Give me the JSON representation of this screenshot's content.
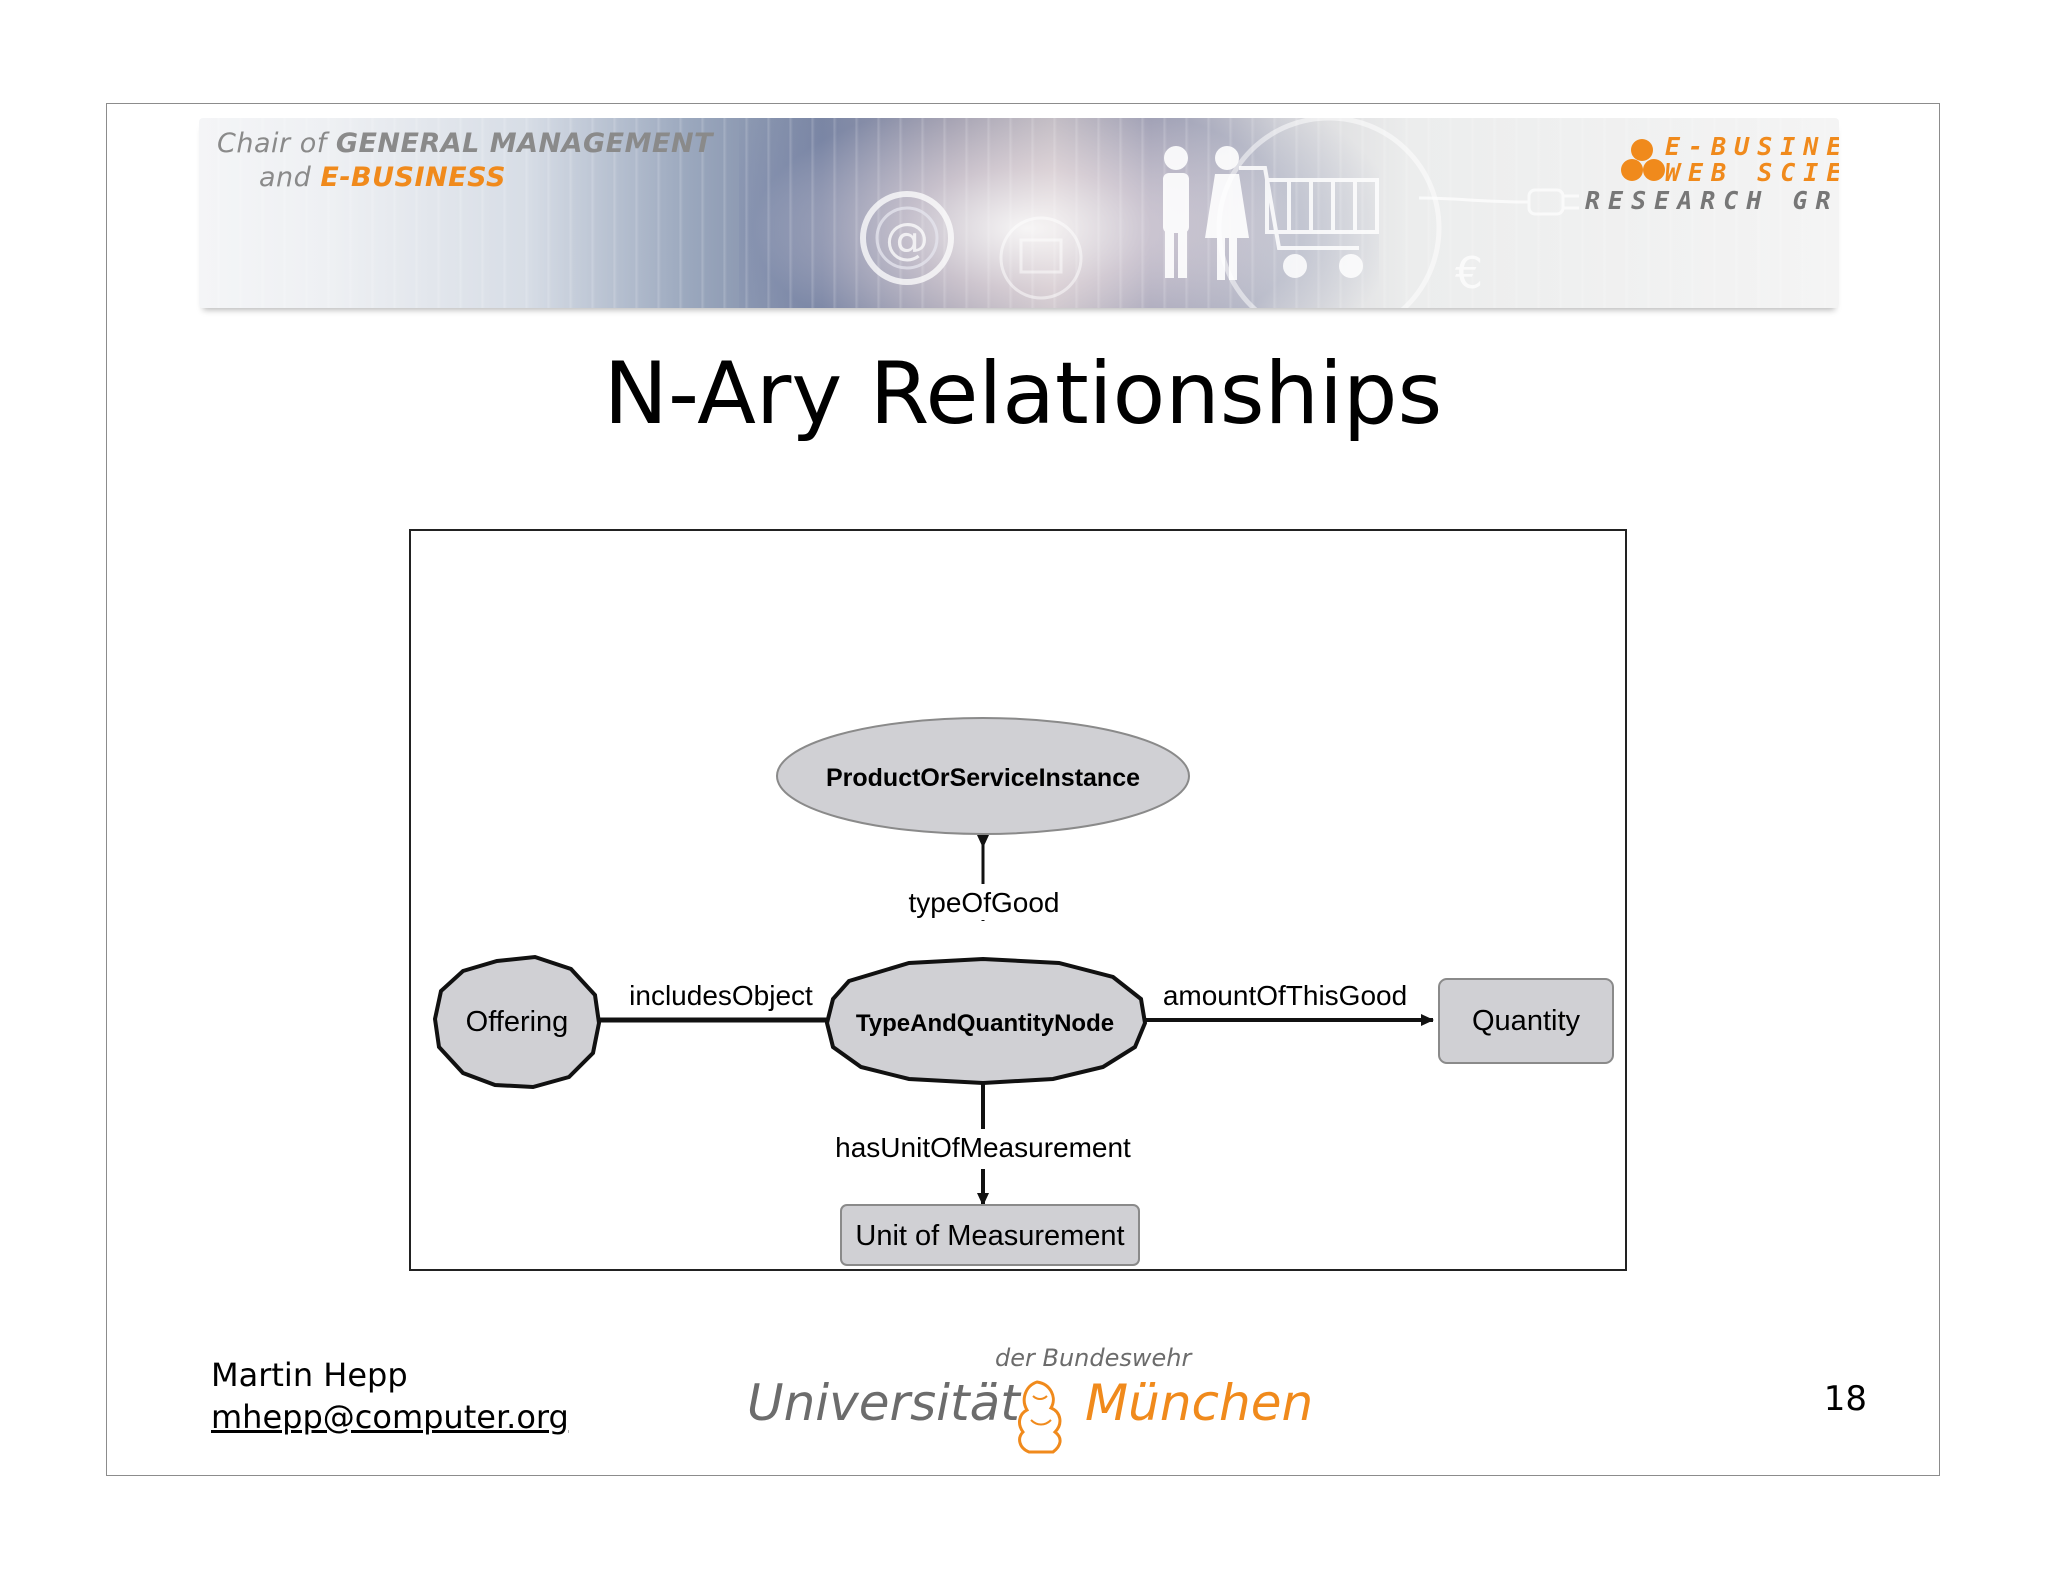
{
  "banner": {
    "chair_prefix": "Chair of",
    "chair_line1": "GENERAL MANAGEMENT",
    "chair_and": "and",
    "chair_line2": "E-BUSINESS",
    "group_line1": "E-BUSINESS+",
    "group_line2": "WEB SCIENCE",
    "group_line3": "RESEARCH GROUP"
  },
  "title": "N-Ary Relationships",
  "diagram": {
    "nodes": {
      "product": "ProductOrServiceInstance",
      "offering": "Offering",
      "typeandquantity": "TypeAndQuantityNode",
      "quantity": "Quantity",
      "unit": "Unit of Measurement"
    },
    "edges": {
      "type_of_good": "typeOfGood",
      "includes_object": "includesObject",
      "amount_of_this_good": "amountOfThisGood",
      "has_unit_of_measurement": "hasUnitOfMeasurement"
    }
  },
  "footer": {
    "name": "Martin Hepp",
    "email": "mhepp@computer.org",
    "page_number": "18"
  },
  "logo": {
    "subtitle": "der Bundeswehr",
    "university": "Universität",
    "city": "München"
  },
  "colors": {
    "accent_orange": "#f08a1c",
    "node_fill": "#d0d0d4",
    "logo_gray": "#6c6c6c"
  }
}
